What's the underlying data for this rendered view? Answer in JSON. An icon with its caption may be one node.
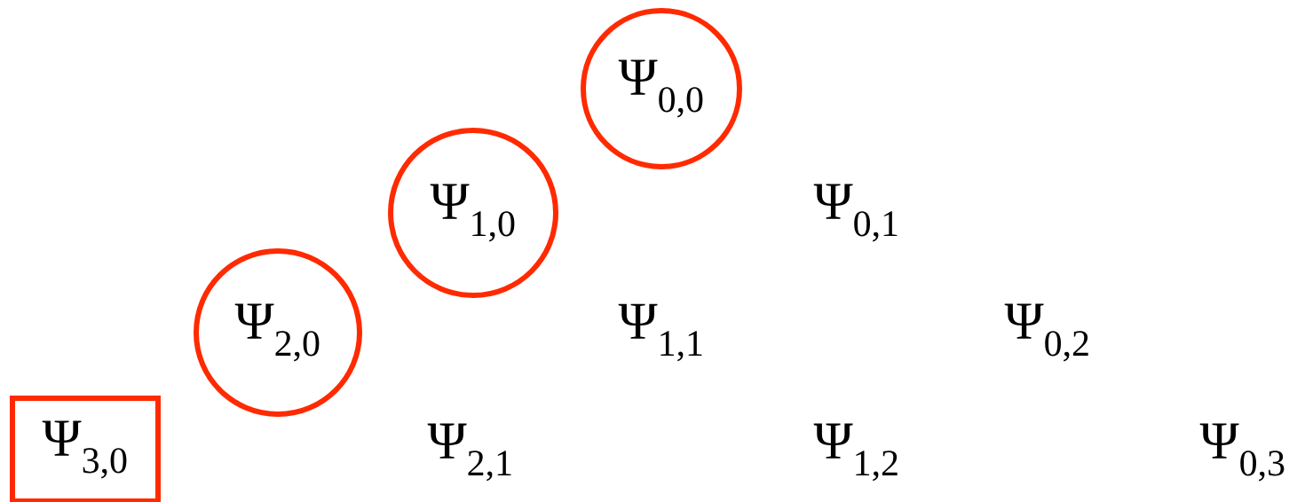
{
  "diagram": {
    "nodes": [
      {
        "text": [
          "Ψ$_{0,0}$"
        ]
      },
      {
        "text": [
          "Ψ$_{1,0}$"
        ]
      },
      {
        "text": [
          "Ψ$_{2,0}$"
        ]
      },
      {
        "text": [
          "Ψ$_{3,0}$"
        ]
      }
    ],
    "labels": [
      "Ψ$_{0,1}$",
      "Ψ$_{1,1}$",
      "Ψ$_{0,2}$",
      "Ψ$_{2,1}$",
      "Ψ$_{1,2}$",
      "Ψ$_{0,3}$"
    ]
  }
}
